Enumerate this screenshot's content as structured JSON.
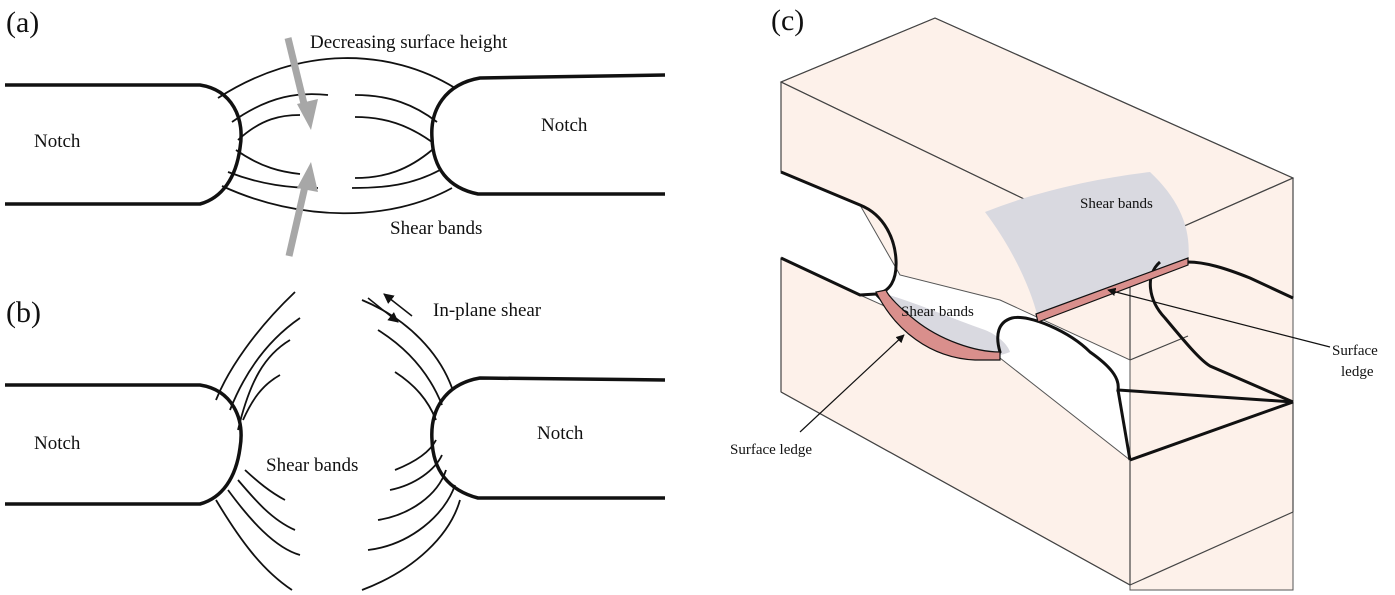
{
  "panels": {
    "a": {
      "label": "(a)",
      "notch_left": "Notch",
      "notch_right": "Notch",
      "top_label": "Decreasing surface height",
      "bottom_label": "Shear bands"
    },
    "b": {
      "label": "(b)",
      "notch_left": "Notch",
      "notch_right": "Notch",
      "center_label": "Shear bands",
      "shear_label": "In-plane shear"
    },
    "c": {
      "label": "(c)",
      "shear_bands_top": "Shear bands",
      "shear_bands_mid": "Shear bands",
      "surface_ledge_left": "Surface ledge",
      "surface_ledge_right_line1": "Surface",
      "surface_ledge_right_line2": "ledge"
    }
  },
  "colors": {
    "line": "#111111",
    "arrow_gray": "#a7a7a7",
    "block_fill": "#fdf1ea",
    "band_gray": "#d9d9e0",
    "ledge_pink": "#d98f8c"
  }
}
